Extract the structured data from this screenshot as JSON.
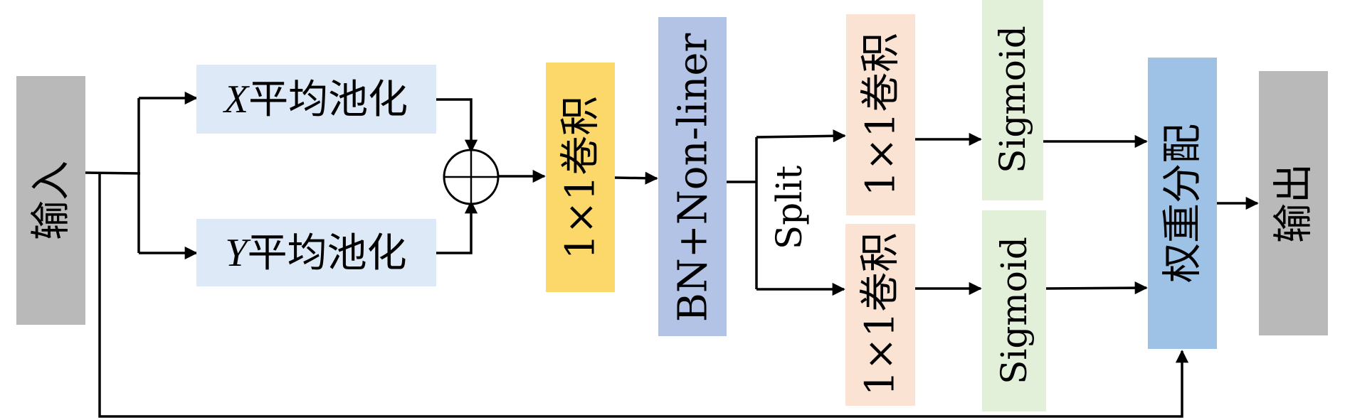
{
  "colors": {
    "io_gray": "#b9b9b9",
    "pool_blue": "#dde9f6",
    "conv_yellow": "#fcd86a",
    "bn_blue": "#b2c3e6",
    "conv_peach": "#fbe3d4",
    "sigmoid_green": "#e2efd9",
    "weight_blue": "#9dc2e5"
  },
  "nodes": {
    "input": "输入",
    "x_pool_var": "X",
    "x_pool_text": "平均池化",
    "y_pool_var": "Y",
    "y_pool_text": "平均池化",
    "conv_main": "1×1卷积",
    "bn": "BN+Non-liner",
    "split": "Split",
    "conv_top": "1×1卷积",
    "conv_bottom": "1×1卷积",
    "sigmoid_top": "Sigmoid",
    "sigmoid_bottom": "Sigmoid",
    "weight": "权重分配",
    "output": "输出"
  },
  "icons": {
    "add": "circle-plus-icon"
  }
}
